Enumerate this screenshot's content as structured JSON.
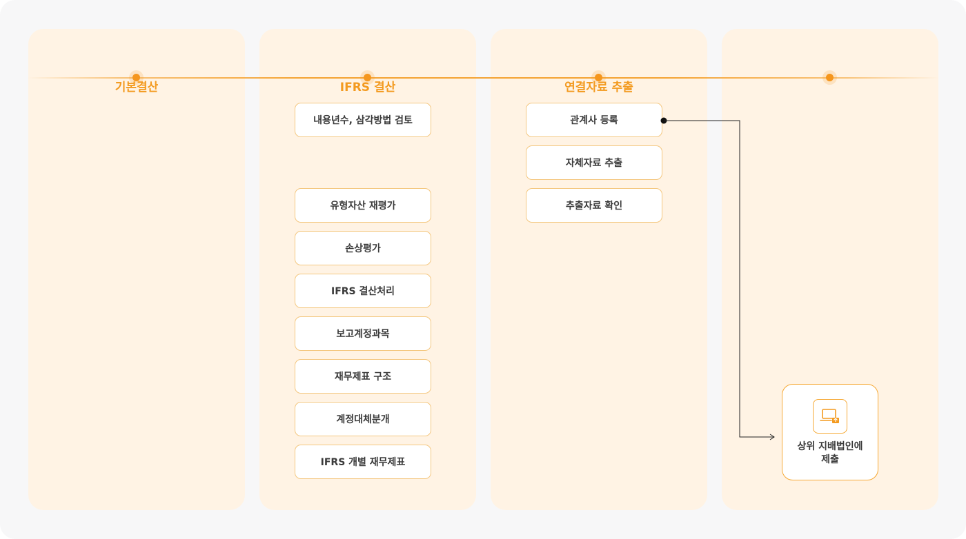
{
  "stages": [
    {
      "title": "기본결산",
      "items": []
    },
    {
      "title": "IFRS 결산",
      "items": [
        "내용년수, 삼각방법 검토",
        "유형자산 재평가",
        "손상평가",
        "IFRS 결산처리",
        "보고계정과목",
        "재무제표 구조",
        "계정대체분개",
        "IFRS 개별 재무제표"
      ]
    },
    {
      "title": "연결자료 추출",
      "items": [
        "관계사 등록",
        "자체자료 추출",
        "추출자료 확인"
      ]
    },
    {
      "title": "",
      "items": []
    }
  ],
  "final_step": {
    "label_line1": "상위 지배법인에",
    "label_line2": "제출",
    "icon": "laptop-upload-icon"
  },
  "colors": {
    "accent": "#f39a1f",
    "column_bg": "#fff3e4",
    "box_border": "#f4c77f"
  }
}
